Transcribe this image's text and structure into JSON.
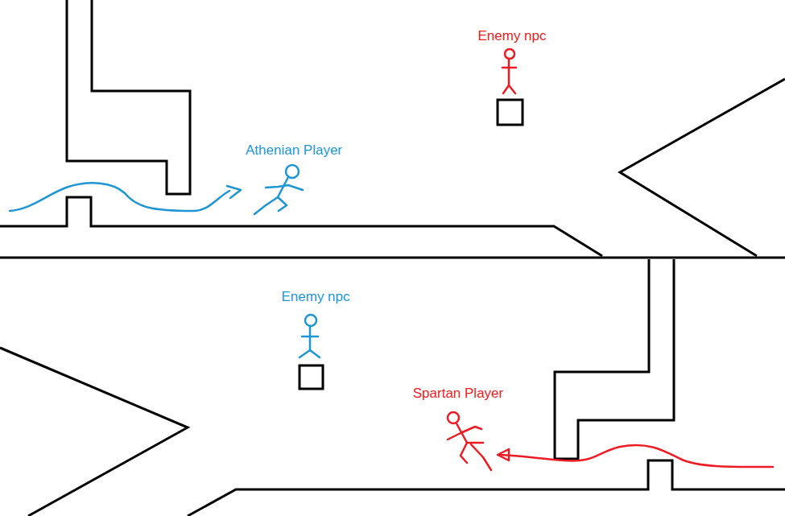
{
  "diagram": {
    "labels": [
      "Enemy npc",
      "Athenian Player",
      "Enemy npc",
      "Spartan Player"
    ]
  }
}
